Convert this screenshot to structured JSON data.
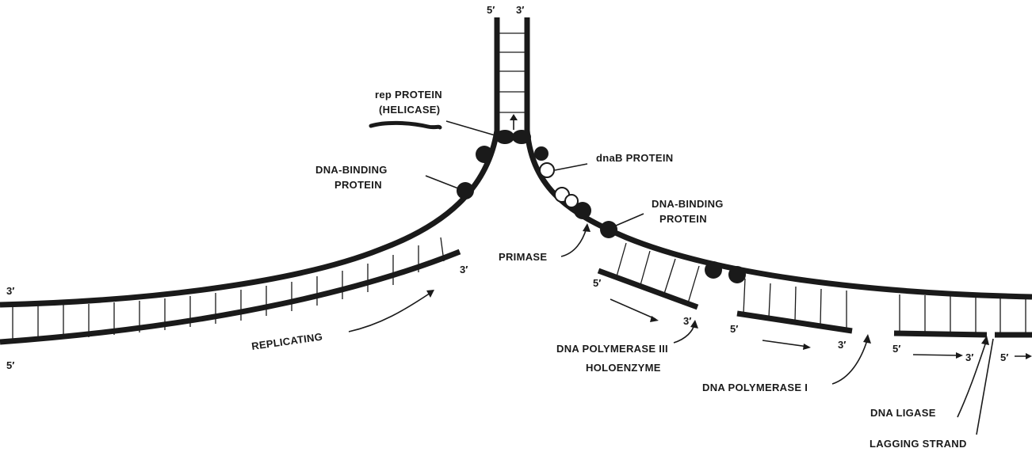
{
  "strand_ends": {
    "top_left": "5′",
    "top_right": "3′",
    "left_upper": "3′",
    "left_lower": "5′",
    "left_leading_end": "3′",
    "okazaki1_start": "5′",
    "okazaki1_end": "3′",
    "okazaki2_start": "5′",
    "okazaki2_end": "3′",
    "okazaki3_start": "5′",
    "okazaki3_end": "3′",
    "okazaki4_start": "5′"
  },
  "labels": {
    "helicase_line1": "rep PROTEIN",
    "helicase_line2": "(HELICASE)",
    "dnab": "dnaB PROTEIN",
    "binding_left_line1": "DNA-BINDING",
    "binding_left_line2": "PROTEIN",
    "binding_right_line1": "DNA-BINDING",
    "binding_right_line2": "PROTEIN",
    "primase": "PRIMASE",
    "replicating": "REPLICATING",
    "pol3_line1": "DNA POLYMERASE III",
    "pol3_line2": "HOLOENZYME",
    "pol1": "DNA POLYMERASE I",
    "ligase": "DNA LIGASE",
    "lagging": "LAGGING STRAND"
  },
  "colors": {
    "ink": "#1a1a1a",
    "background": "#ffffff"
  }
}
